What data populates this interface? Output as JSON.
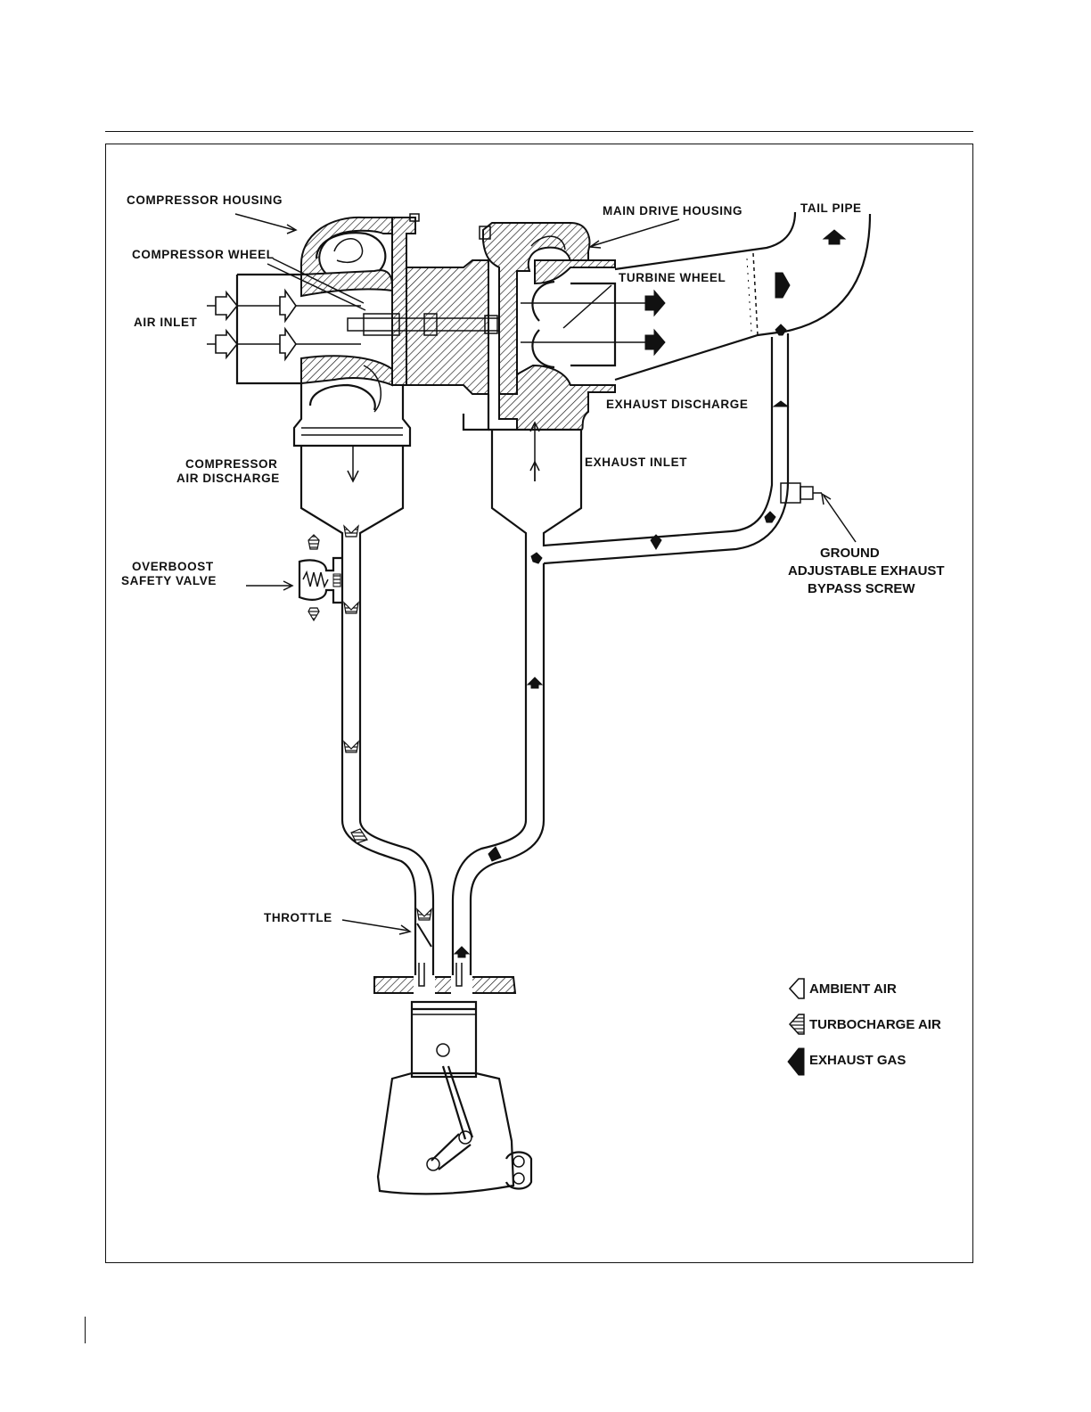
{
  "labels": {
    "compressor_housing": "COMPRESSOR HOUSING",
    "compressor_wheel": "COMPRESSOR WHEEL",
    "air_inlet": "AIR INLET",
    "main_drive_housing": "MAIN DRIVE HOUSING",
    "tail_pipe": "TAIL PIPE",
    "turbine_wheel": "TURBINE WHEEL",
    "exhaust_discharge": "EXHAUST DISCHARGE",
    "exhaust_inlet": "EXHAUST INLET",
    "compressor_air_discharge_line1": "COMPRESSOR",
    "compressor_air_discharge_line2": "AIR DISCHARGE",
    "overboost_line1": "OVERBOOST",
    "overboost_line2": "SAFETY VALVE",
    "bypass_line1": "GROUND",
    "bypass_line2": "ADJUSTABLE EXHAUST",
    "bypass_line3": "BYPASS SCREW",
    "throttle": "THROTTLE"
  },
  "legend": [
    {
      "label": "AMBIENT AIR",
      "icon": "hollow-arrow-icon"
    },
    {
      "label": "TURBOCHARGE AIR",
      "icon": "striped-arrow-icon"
    },
    {
      "label": "EXHAUST GAS",
      "icon": "solid-arrow-icon"
    }
  ]
}
